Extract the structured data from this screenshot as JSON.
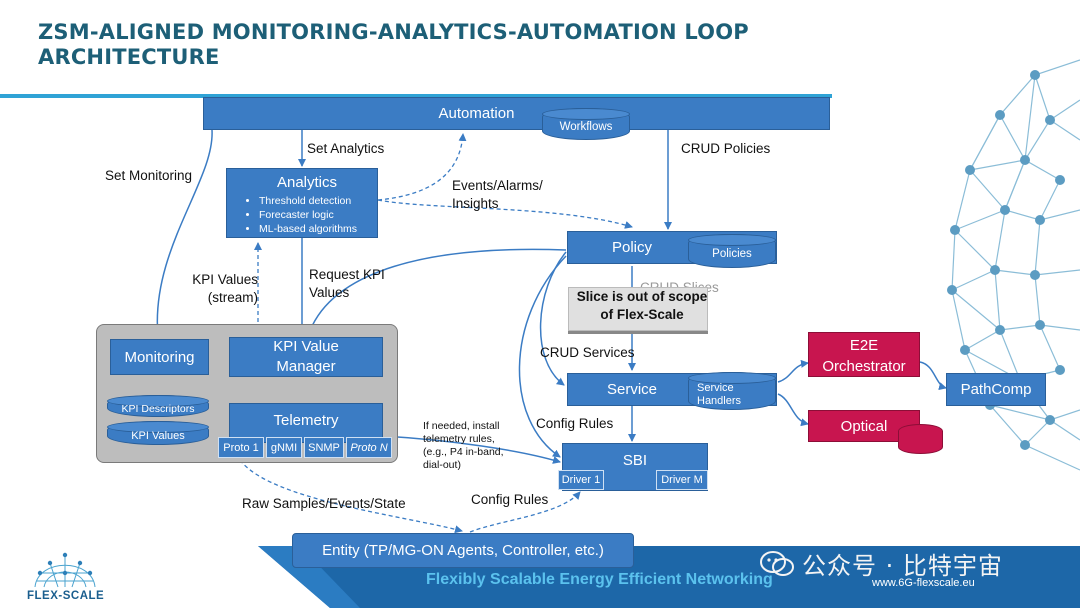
{
  "title_line1": "ZSM-ALIGNED MONITORING-ANALYTICS-AUTOMATION LOOP",
  "title_line2": "ARCHITECTURE",
  "automation": {
    "label": "Automation",
    "db": "Workflows"
  },
  "analytics": {
    "label": "Analytics",
    "bullets": [
      "Threshold detection",
      "Forecaster logic",
      "ML-based algorithms"
    ]
  },
  "policy": {
    "label": "Policy",
    "db": "Policies"
  },
  "service": {
    "label": "Service",
    "db": "Service Handlers"
  },
  "sbi": {
    "label": "SBI",
    "drivers": [
      "Driver 1",
      "Driver M"
    ]
  },
  "monitoring_group": {
    "monitoring": "Monitoring",
    "kpi_manager": "KPI Value Manager",
    "telemetry": "Telemetry",
    "dbs": [
      "KPI Descriptors",
      "KPI Values"
    ],
    "protos": [
      "Proto 1",
      "gNMI",
      "SNMP",
      "Proto N"
    ]
  },
  "e2e": "E2E Orchestrator",
  "optical": "Optical",
  "pathcomp": "PathComp",
  "crud_slices": "CRUD Slices",
  "slice_note": "Slice is out of scope of Flex-Scale",
  "entity": "Entity (TP/MG-ON Agents, Controller, etc.)",
  "edge_labels": {
    "set_analytics": "Set Analytics",
    "crud_policies": "CRUD Policies",
    "set_monitoring": "Set Monitoring",
    "events": "Events/Alarms/ Insights",
    "kpi_values_stream": "KPI Values (stream)",
    "request_kpi": "Request KPI Values",
    "crud_services": "CRUD Services",
    "config_rules_sbi": "Config Rules",
    "install_note": "If needed, install telemetry rules, (e.g., P4 in-band, dial-out)",
    "raw_samples": "Raw Samples/Events/State",
    "config_rules_entity": "Config Rules"
  },
  "footer": {
    "logo": "FLEX-SCALE",
    "tagline": "Flexibly Scalable Energy Efficient Networking",
    "website": "www.6G-flexscale.eu",
    "watermark": "公众号 · 比特宇宙"
  }
}
